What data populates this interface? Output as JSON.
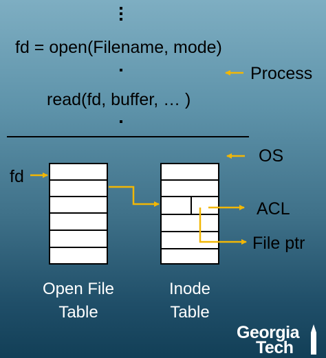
{
  "code": {
    "line1": "fd = open(Filename, mode)",
    "line2": "read(fd, buffer, … )"
  },
  "labels": {
    "process": "Process",
    "os": "OS",
    "fd": "fd",
    "acl": "ACL",
    "file_ptr": "File ptr"
  },
  "tables": {
    "open_file_line1": "Open File",
    "open_file_line2": "Table",
    "inode_line1": "Inode",
    "inode_line2": "Table"
  },
  "logo": {
    "line1": "Georgia",
    "line2": "Tech"
  },
  "colors": {
    "arrow": "#f2b705",
    "box_fill": "#ffffff",
    "line": "#000000"
  }
}
